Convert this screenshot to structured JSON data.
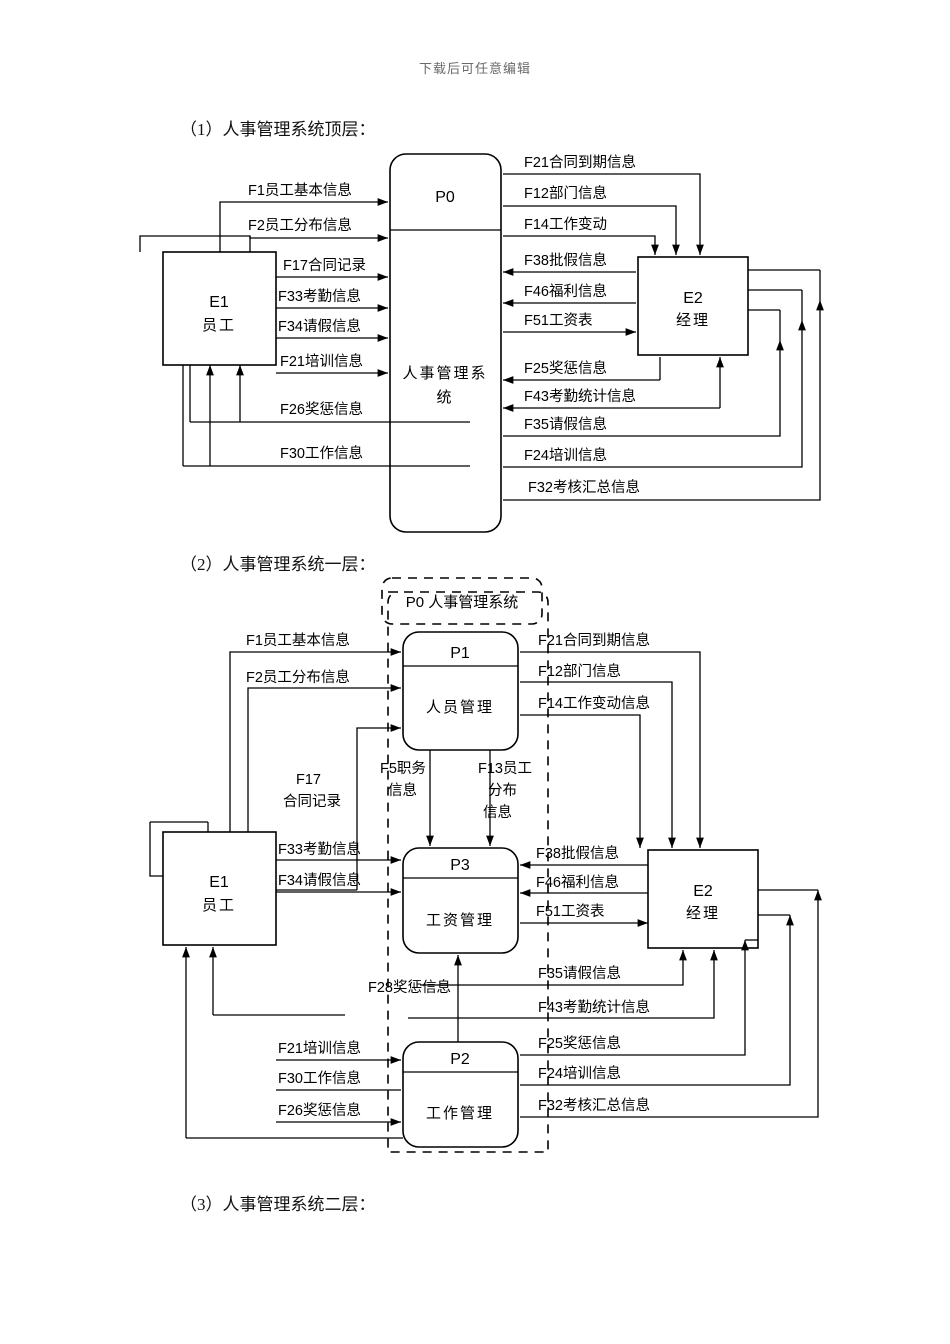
{
  "document": {
    "header_note": "下载后可任意编辑",
    "sections": [
      {
        "id": "sec1",
        "title": "（1）人事管理系统顶层："
      },
      {
        "id": "sec2",
        "title": "（2）人事管理系统一层："
      },
      {
        "id": "sec3",
        "title": "（3）人事管理系统二层："
      }
    ]
  },
  "diagram_top": {
    "entities": [
      {
        "key": "E1",
        "id": "E1",
        "name": "员工"
      },
      {
        "key": "E2",
        "id": "E2",
        "name": "经理"
      }
    ],
    "processes": [
      {
        "key": "P0",
        "id": "P0",
        "name_line1": "人事管理系",
        "name_line2": "统"
      }
    ],
    "flows_left": [
      {
        "code": "F1",
        "name": "员工基本信息",
        "label": "F1员工基本信息"
      },
      {
        "code": "F2",
        "name": "员工分布信息",
        "label": "F2员工分布信息"
      },
      {
        "code": "F17",
        "name": "合同记录",
        "label": "F17合同记录"
      },
      {
        "code": "F33",
        "name": "考勤信息",
        "label": "F33考勤信息"
      },
      {
        "code": "F34",
        "name": "请假信息",
        "label": "F34请假信息"
      },
      {
        "code": "F21",
        "name": "培训信息",
        "label": "F21培训信息"
      },
      {
        "code": "F26",
        "name": "奖惩信息",
        "label": "F26奖惩信息"
      },
      {
        "code": "F30",
        "name": "工作信息",
        "label": "F30工作信息"
      }
    ],
    "flows_right": [
      {
        "code": "F21",
        "name": "合同到期信息",
        "label": "F21合同到期信息"
      },
      {
        "code": "F12",
        "name": "部门信息",
        "label": "F12部门信息"
      },
      {
        "code": "F14",
        "name": "工作变动",
        "label": "F14工作变动"
      },
      {
        "code": "F38",
        "name": "批假信息",
        "label": "F38批假信息"
      },
      {
        "code": "F46",
        "name": "福利信息",
        "label": "F46福利信息"
      },
      {
        "code": "F51",
        "name": "工资表",
        "label": "F51工资表"
      },
      {
        "code": "F25",
        "name": "奖惩信息",
        "label": "F25奖惩信息"
      },
      {
        "code": "F43",
        "name": "考勤统计信息",
        "label": "F43考勤统计信息"
      },
      {
        "code": "F35",
        "name": "请假信息",
        "label": "F35请假信息"
      },
      {
        "code": "F24",
        "name": "培训信息",
        "label": "F24培训信息"
      },
      {
        "code": "F32",
        "name": "考核汇总信息",
        "label": "F32考核汇总信息"
      }
    ]
  },
  "diagram_level1": {
    "boundary_label": "P0 人事管理系统",
    "entities": [
      {
        "key": "E1",
        "id": "E1",
        "name": "员工"
      },
      {
        "key": "E2",
        "id": "E2",
        "name": "经理"
      }
    ],
    "processes": [
      {
        "key": "P1",
        "id": "P1",
        "name": "人员管理"
      },
      {
        "key": "P3",
        "id": "P3",
        "name": "工资管理"
      },
      {
        "key": "P2",
        "id": "P2",
        "name": "工作管理"
      }
    ],
    "flows_left": [
      {
        "code": "F1",
        "name": "员工基本信息",
        "label": "F1员工基本信息"
      },
      {
        "code": "F2",
        "name": "员工分布信息",
        "label": "F2员工分布信息"
      },
      {
        "code": "F17",
        "name": "合同记录",
        "label_line1": "F17",
        "label_line2": "合同记录"
      },
      {
        "code": "F33",
        "name": "考勤信息",
        "label": "F33考勤信息"
      },
      {
        "code": "F34",
        "name": "请假信息",
        "label": "F34请假信息"
      },
      {
        "code": "F21",
        "name": "培训信息",
        "label": "F21培训信息"
      },
      {
        "code": "F30",
        "name": "工作信息",
        "label": "F30工作信息"
      },
      {
        "code": "F26",
        "name": "奖惩信息",
        "label": "F26奖惩信息"
      }
    ],
    "flows_internal": [
      {
        "code": "F5",
        "name": "职务信息",
        "label_line1": "F5职务",
        "label_line2": "信息"
      },
      {
        "code": "F13",
        "name": "员工分布信息",
        "label_line1": "F13员工",
        "label_line2": "分布",
        "label_line3": "信息"
      },
      {
        "code": "F28",
        "name": "奖惩信息",
        "label": "F28奖惩信息"
      }
    ],
    "flows_right": [
      {
        "code": "F21",
        "name": "合同到期信息",
        "label": "F21合同到期信息"
      },
      {
        "code": "F12",
        "name": "部门信息",
        "label": "F12部门信息"
      },
      {
        "code": "F14",
        "name": "工作变动信息",
        "label": "F14工作变动信息"
      },
      {
        "code": "F38",
        "name": "批假信息",
        "label": "F38批假信息"
      },
      {
        "code": "F46",
        "name": "福利信息",
        "label": "F46福利信息"
      },
      {
        "code": "F51",
        "name": "工资表",
        "label": "F51工资表"
      },
      {
        "code": "F35",
        "name": "请假信息",
        "label": "F35请假信息"
      },
      {
        "code": "F43",
        "name": "考勤统计信息",
        "label": "F43考勤统计信息"
      },
      {
        "code": "F25",
        "name": "奖惩信息",
        "label": "F25奖惩信息"
      },
      {
        "code": "F24",
        "name": "培训信息",
        "label": "F24培训信息"
      },
      {
        "code": "F32",
        "name": "考核汇总信息",
        "label": "F32考核汇总信息"
      }
    ]
  }
}
